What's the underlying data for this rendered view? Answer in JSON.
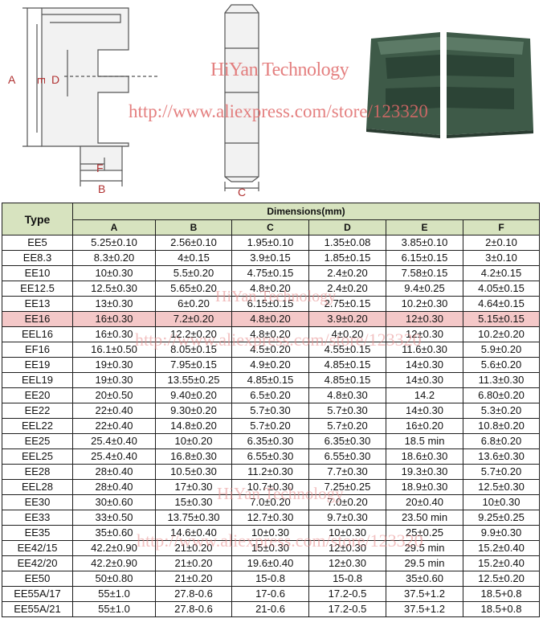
{
  "drawing": {
    "labels": {
      "A": "A",
      "E": "E",
      "D": "D",
      "F": "F",
      "B": "B",
      "C": "C"
    }
  },
  "watermarks": {
    "brand": "HiYan Technology",
    "url": "http://www.aliexpress.com/store/123320"
  },
  "table": {
    "type_header": "Type",
    "dimensions_header": "Dimensions(mm)",
    "columns": [
      "A",
      "B",
      "C",
      "D",
      "E",
      "F"
    ],
    "highlight_color": "#f4c8c8",
    "header_color": "#d7e3bf",
    "rows": [
      {
        "type": "EE5",
        "cells": [
          "5.25±0.10",
          "2.56±0.10",
          "1.95±0.10",
          "1.35±0.08",
          "3.85±0.10",
          "2±0.10"
        ]
      },
      {
        "type": "EE8.3",
        "cells": [
          "8.3±0.20",
          "4±0.15",
          "3.9±0.15",
          "1.85±0.15",
          "6.15±0.15",
          "3±0.10"
        ]
      },
      {
        "type": "EE10",
        "cells": [
          "10±0.30",
          "5.5±0.20",
          "4.75±0.15",
          "2.4±0.20",
          "7.58±0.15",
          "4.2±0.15"
        ]
      },
      {
        "type": "EE12.5",
        "cells": [
          "12.5±0.30",
          "5.65±0.20",
          "4.8±0.20",
          "2.4±0.20",
          "9.4±0.25",
          "4.05±0.15"
        ]
      },
      {
        "type": "EE13",
        "cells": [
          "13±0.30",
          "6±0.20",
          "6.15±0.15",
          "2.75±0.15",
          "10.2±0.30",
          "4.64±0.15"
        ]
      },
      {
        "type": "EE16",
        "highlight": true,
        "cells": [
          "16±0.30",
          "7.2±0.20",
          "4.8±0.20",
          "3.9±0.20",
          "12±0.30",
          "5.15±0.15"
        ]
      },
      {
        "type": "EEL16",
        "cells": [
          "16±0.30",
          "12.2±0.20",
          "4.8±0.20",
          "4±0.20",
          "12±0.30",
          "10.2±0.20"
        ]
      },
      {
        "type": "EF16",
        "cells": [
          "16.1±0.50",
          "8.05±0.15",
          "4.5±0.20",
          "4.55±0.15",
          "11.6±0.30",
          "5.9±0.20"
        ]
      },
      {
        "type": "EE19",
        "cells": [
          "19±0.30",
          "7.95±0.15",
          "4.9±0.20",
          "4.85±0.15",
          "14±0.30",
          "5.6±0.20"
        ]
      },
      {
        "type": "EEL19",
        "cells": [
          "19±0.30",
          "13.55±0.25",
          "4.85±0.15",
          "4.85±0.15",
          "14±0.30",
          "11.3±0.30"
        ]
      },
      {
        "type": "EE20",
        "cells": [
          "20±0.50",
          "9.40±0.20",
          "6.5±0.20",
          "4.8±0.30",
          "14.2",
          "6.80±0.20"
        ]
      },
      {
        "type": "EE22",
        "cells": [
          "22±0.40",
          "9.30±0.20",
          "5.7±0.30",
          "5.7±0.30",
          "14±0.30",
          "5.3±0.20"
        ]
      },
      {
        "type": "EEL22",
        "cells": [
          "22±0.40",
          "14.8±0.20",
          "5.7±0.20",
          "5.7±0.20",
          "16±0.20",
          "10.8±0.20"
        ]
      },
      {
        "type": "EE25",
        "cells": [
          "25.4±0.40",
          "10±0.20",
          "6.35±0.30",
          "6.35±0.30",
          "18.5 min",
          "6.8±0.20"
        ]
      },
      {
        "type": "EEL25",
        "cells": [
          "25.4±0.40",
          "16.8±0.30",
          "6.55±0.30",
          "6.55±0.30",
          "18.6±0.30",
          "13.6±0.30"
        ]
      },
      {
        "type": "EE28",
        "cells": [
          "28±0.40",
          "10.5±0.30",
          "11.2±0.30",
          "7.7±0.30",
          "19.3±0.30",
          "5.7±0.20"
        ]
      },
      {
        "type": "EEL28",
        "cells": [
          "28±0.40",
          "17±0.30",
          "10.7±0.30",
          "7.25±0.25",
          "18.9±0.30",
          "12.5±0.30"
        ]
      },
      {
        "type": "EE30",
        "cells": [
          "30±0.60",
          "15±0.30",
          "7.0±0.20",
          "7.0±0.20",
          "20±0.40",
          "10±0.30"
        ]
      },
      {
        "type": "EE33",
        "cells": [
          "33±0.50",
          "13.75±0.30",
          "12.7±0.30",
          "9.7±0.30",
          "23.50 min",
          "9.25±0.25"
        ]
      },
      {
        "type": "EE35",
        "cells": [
          "35±0.60",
          "14.6±0.40",
          "10±0.30",
          "10±0.30",
          "25±0.25",
          "9.9±0.30"
        ]
      },
      {
        "type": "EE42/15",
        "cells": [
          "42.2±0.90",
          "21±0.20",
          "15±0.30",
          "12±0.30",
          "29.5 min",
          "15.2±0.40"
        ]
      },
      {
        "type": "EE42/20",
        "cells": [
          "42.2±0.90",
          "21±0.20",
          "19.6±0.40",
          "12±0.30",
          "29.5 min",
          "15.2±0.40"
        ]
      },
      {
        "type": "EE50",
        "cells": [
          "50±0.80",
          "21±0.20",
          "15-0.8",
          "15-0.8",
          "35±0.60",
          "12.5±0.20"
        ]
      },
      {
        "type": "EE55A/17",
        "cells": [
          "55±1.0",
          "27.8-0.6",
          "17-0.6",
          "17.2-0.5",
          "37.5+1.2",
          "18.5+0.8"
        ]
      },
      {
        "type": "EE55A/21",
        "cells": [
          "55±1.0",
          "27.8-0.6",
          "21-0.6",
          "17.2-0.5",
          "37.5+1.2",
          "18.5+0.8"
        ]
      }
    ]
  }
}
